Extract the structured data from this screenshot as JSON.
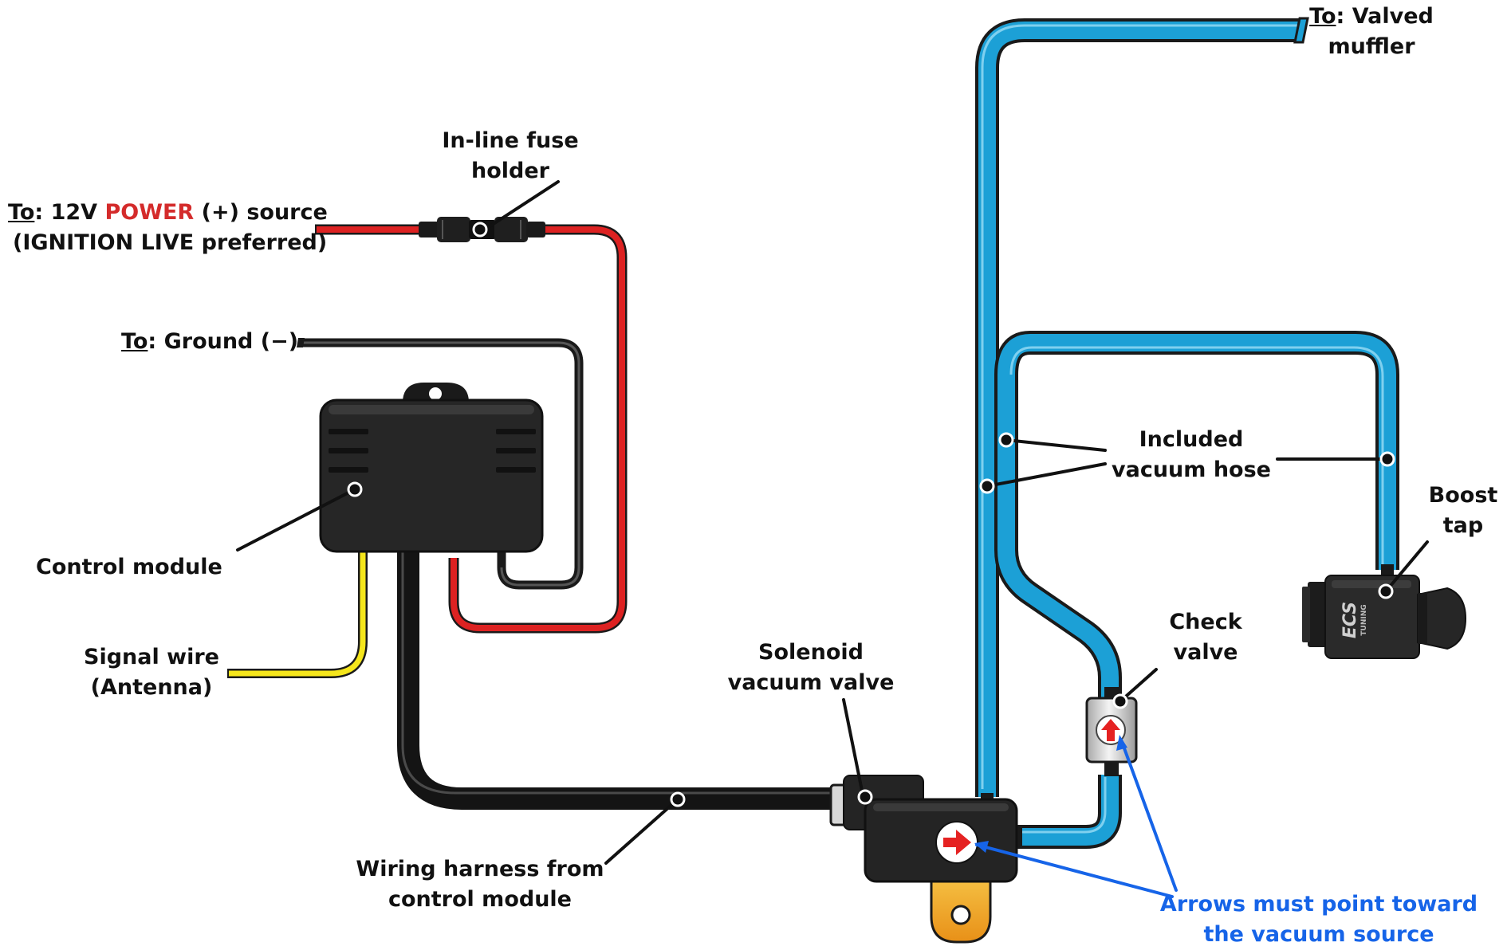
{
  "colors": {
    "hose": "#1ca0d6",
    "power_wire": "#dd2222",
    "ground_wire": "#1a1a1a",
    "signal_wire": "#f5e61c",
    "module_body": "#262626",
    "arrow_red": "#e52222",
    "note_blue": "#1664e8",
    "bracket_orange": "#f0a020"
  },
  "labels": {
    "inline_fuse": {
      "line1": "In-line fuse",
      "line2": "holder"
    },
    "power_source": {
      "to": "To",
      "line1_mid": ": 12V ",
      "power_word": "POWER",
      "line1_end": " (+) source",
      "line2": "(IGNITION LIVE preferred)"
    },
    "ground": {
      "to": "To",
      "rest": ": Ground (−)"
    },
    "control_module": "Control module",
    "signal_wire": {
      "line1": "Signal wire",
      "line2": "(Antenna)"
    },
    "wiring_harness": {
      "line1": "Wiring harness from",
      "line2": "control module"
    },
    "solenoid": {
      "line1": "Solenoid",
      "line2": "vacuum valve"
    },
    "valved_muffler": {
      "to": "To",
      "rest": ": Valved",
      "line2": "muffler"
    },
    "vacuum_hose": {
      "line1": "Included",
      "line2": "vacuum hose"
    },
    "check_valve": {
      "line1": "Check",
      "line2": "valve"
    },
    "boost_tap": {
      "line1": "Boost",
      "line2": "tap"
    },
    "arrows_note": {
      "line1": "Arrows must point toward",
      "line2": "the vacuum source"
    }
  },
  "icons": {
    "solenoid_arrow": "right-arrow-icon",
    "check_valve_arrow": "up-arrow-icon",
    "boost_tap_logo": "ecs-tuning-logo"
  },
  "boost_tap_logo_text": {
    "big": "ECS",
    "small": "TUNING"
  }
}
